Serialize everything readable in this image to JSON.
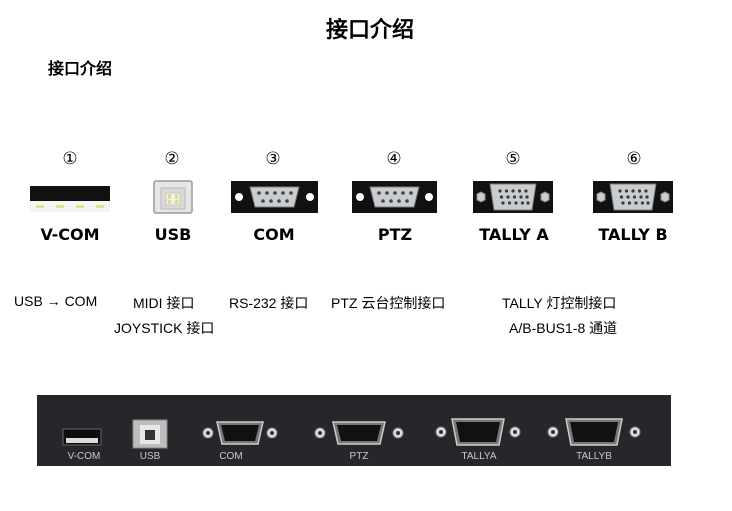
{
  "page": {
    "title": "接口介绍",
    "subtitle": "接口介绍"
  },
  "ports": [
    {
      "number": "①",
      "name": "V-COM",
      "icon": "usb-a-port-icon"
    },
    {
      "number": "②",
      "name": "USB",
      "icon": "usb-b-port-icon"
    },
    {
      "number": "③",
      "name": "COM",
      "icon": "db9-port-icon"
    },
    {
      "number": "④",
      "name": "PTZ",
      "icon": "db9-port-icon"
    },
    {
      "number": "⑤",
      "name": "TALLY A",
      "icon": "db15-port-icon"
    },
    {
      "number": "⑥",
      "name": "TALLY B",
      "icon": "db15-port-icon"
    }
  ],
  "descriptions": {
    "vcom": "USB → COM",
    "usb_line1": "MIDI 接口",
    "usb_line2": "JOYSTICK 接口",
    "com": "RS-232 接口",
    "ptz": "PTZ 云台控制接口",
    "tally_line1": "TALLY  灯控制接口",
    "tally_line2": "A/B-BUS1-8 通道"
  },
  "panel_labels": [
    "V-COM",
    "USB",
    "COM",
    "PTZ",
    "TALLYA",
    "TALLYB"
  ]
}
